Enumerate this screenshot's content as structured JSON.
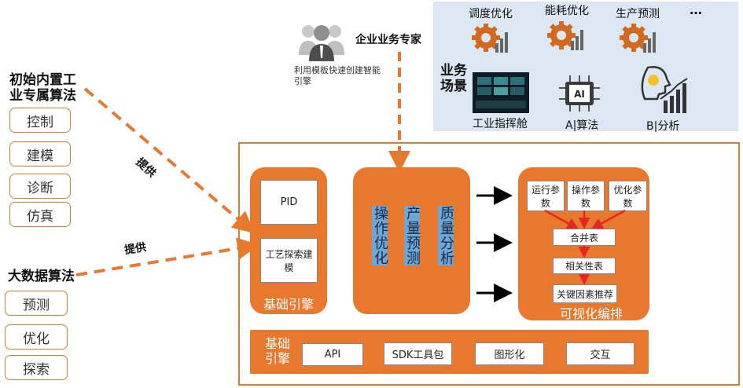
{
  "left_top": {
    "title": "初始内置工业专属算法",
    "items": [
      "控制",
      "建模",
      "诊断",
      "仿真"
    ]
  },
  "left_bottom": {
    "title": "大数据算法",
    "items": [
      "预测",
      "优化",
      "探索"
    ]
  },
  "provide_label_1": "提供",
  "provide_label_2": "提供",
  "expert": {
    "title": "企业业务专家",
    "note": "利用模板快速创建智能引擎"
  },
  "business_scenes": {
    "title": "业务场景",
    "top": [
      "调度优化",
      "能耗优化",
      "生产预测",
      "…"
    ],
    "bottom": [
      "工业指挥舱",
      "A|算法",
      "B|分析"
    ]
  },
  "base_engine": {
    "label": "基础引擎",
    "boxes": [
      "PID",
      "工艺探索建模"
    ]
  },
  "middle_panel": {
    "columns": [
      "操作优化",
      "产量预测",
      "质量分析"
    ]
  },
  "visual": {
    "label": "可视化编排",
    "params": [
      "运行参数",
      "操作参数",
      "优化参数"
    ],
    "chain": [
      "合并表",
      "相关性表",
      "关键因素推荐"
    ]
  },
  "bottom_engine": {
    "label": "基础引擎",
    "items": [
      "API",
      "SDK工具包",
      "图形化",
      "交互"
    ]
  },
  "colors": {
    "orange": "#e8782e",
    "arrow_red": "#e8251f",
    "scene_bg": "#dde7f3",
    "vertical_highlight": "#6da7d8"
  }
}
